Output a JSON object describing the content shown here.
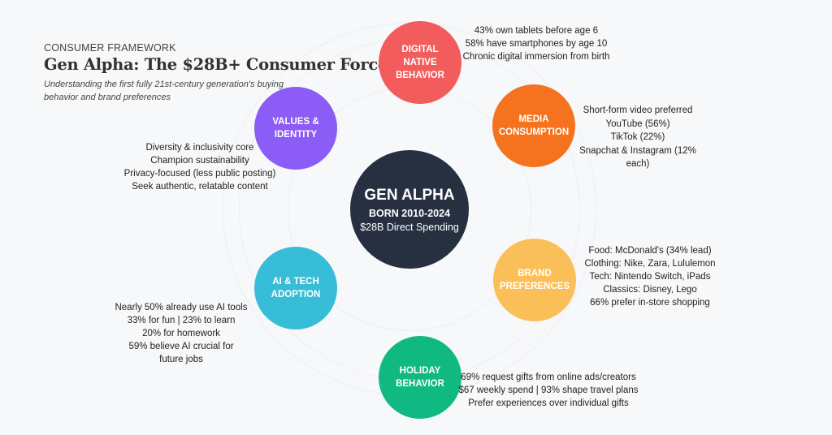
{
  "header": {
    "eyebrow": "CONSUMER FRAMEWORK",
    "title": "Gen Alpha: The $28B+ Consumer Force",
    "subtitle": "Understanding the first fully 21st-century generation's buying behavior and brand preferences"
  },
  "center": {
    "title": "GEN ALPHA",
    "born": "BORN 2010-2024",
    "spending": "$28B Direct Spending",
    "color": "#263040"
  },
  "nodes": [
    {
      "l1": "DIGITAL",
      "l2": "NATIVE",
      "l3": "BEHAVIOR",
      "color": "#f25c5c",
      "facts": [
        "43% own tablets before age 6",
        "58% have smartphones by age 10",
        "Chronic digital immersion from birth"
      ]
    },
    {
      "l1": "MEDIA",
      "l2": "CONSUMPTION",
      "color": "#f5731f",
      "facts": [
        "Short-form video preferred",
        "YouTube (56%)",
        "TikTok (22%)",
        "Snapchat & Instagram (12%",
        "each)"
      ]
    },
    {
      "l1": "BRAND",
      "l2": "PREFERENCES",
      "color": "#fbbf5a",
      "facts": [
        "Food: McDonald's (34% lead)",
        "Clothing: Nike, Zara, Lululemon",
        "Tech: Nintendo Switch, iPads",
        "Classics: Disney, Lego",
        "66% prefer in-store shopping"
      ]
    },
    {
      "l1": "HOLIDAY",
      "l2": "BEHAVIOR",
      "color": "#10b981",
      "facts": [
        "69% request gifts from online ads/creators",
        "$67 weekly spend | 93% shape travel plans",
        "Prefer experiences over individual gifts"
      ]
    },
    {
      "l1": "AI & TECH",
      "l2": "ADOPTION",
      "color": "#38bdd8",
      "facts": [
        "Nearly 50% already use AI tools",
        "33% for fun | 23% to learn",
        "20% for homework",
        "59% believe AI crucial for",
        "future jobs"
      ]
    },
    {
      "l1": "VALUES &",
      "l2": "IDENTITY",
      "color": "#8b5cf6",
      "facts": [
        "Diversity & inclusivity core",
        "Champion sustainability",
        "Privacy-focused (less public posting)",
        "Seek authentic, relatable content"
      ]
    }
  ]
}
